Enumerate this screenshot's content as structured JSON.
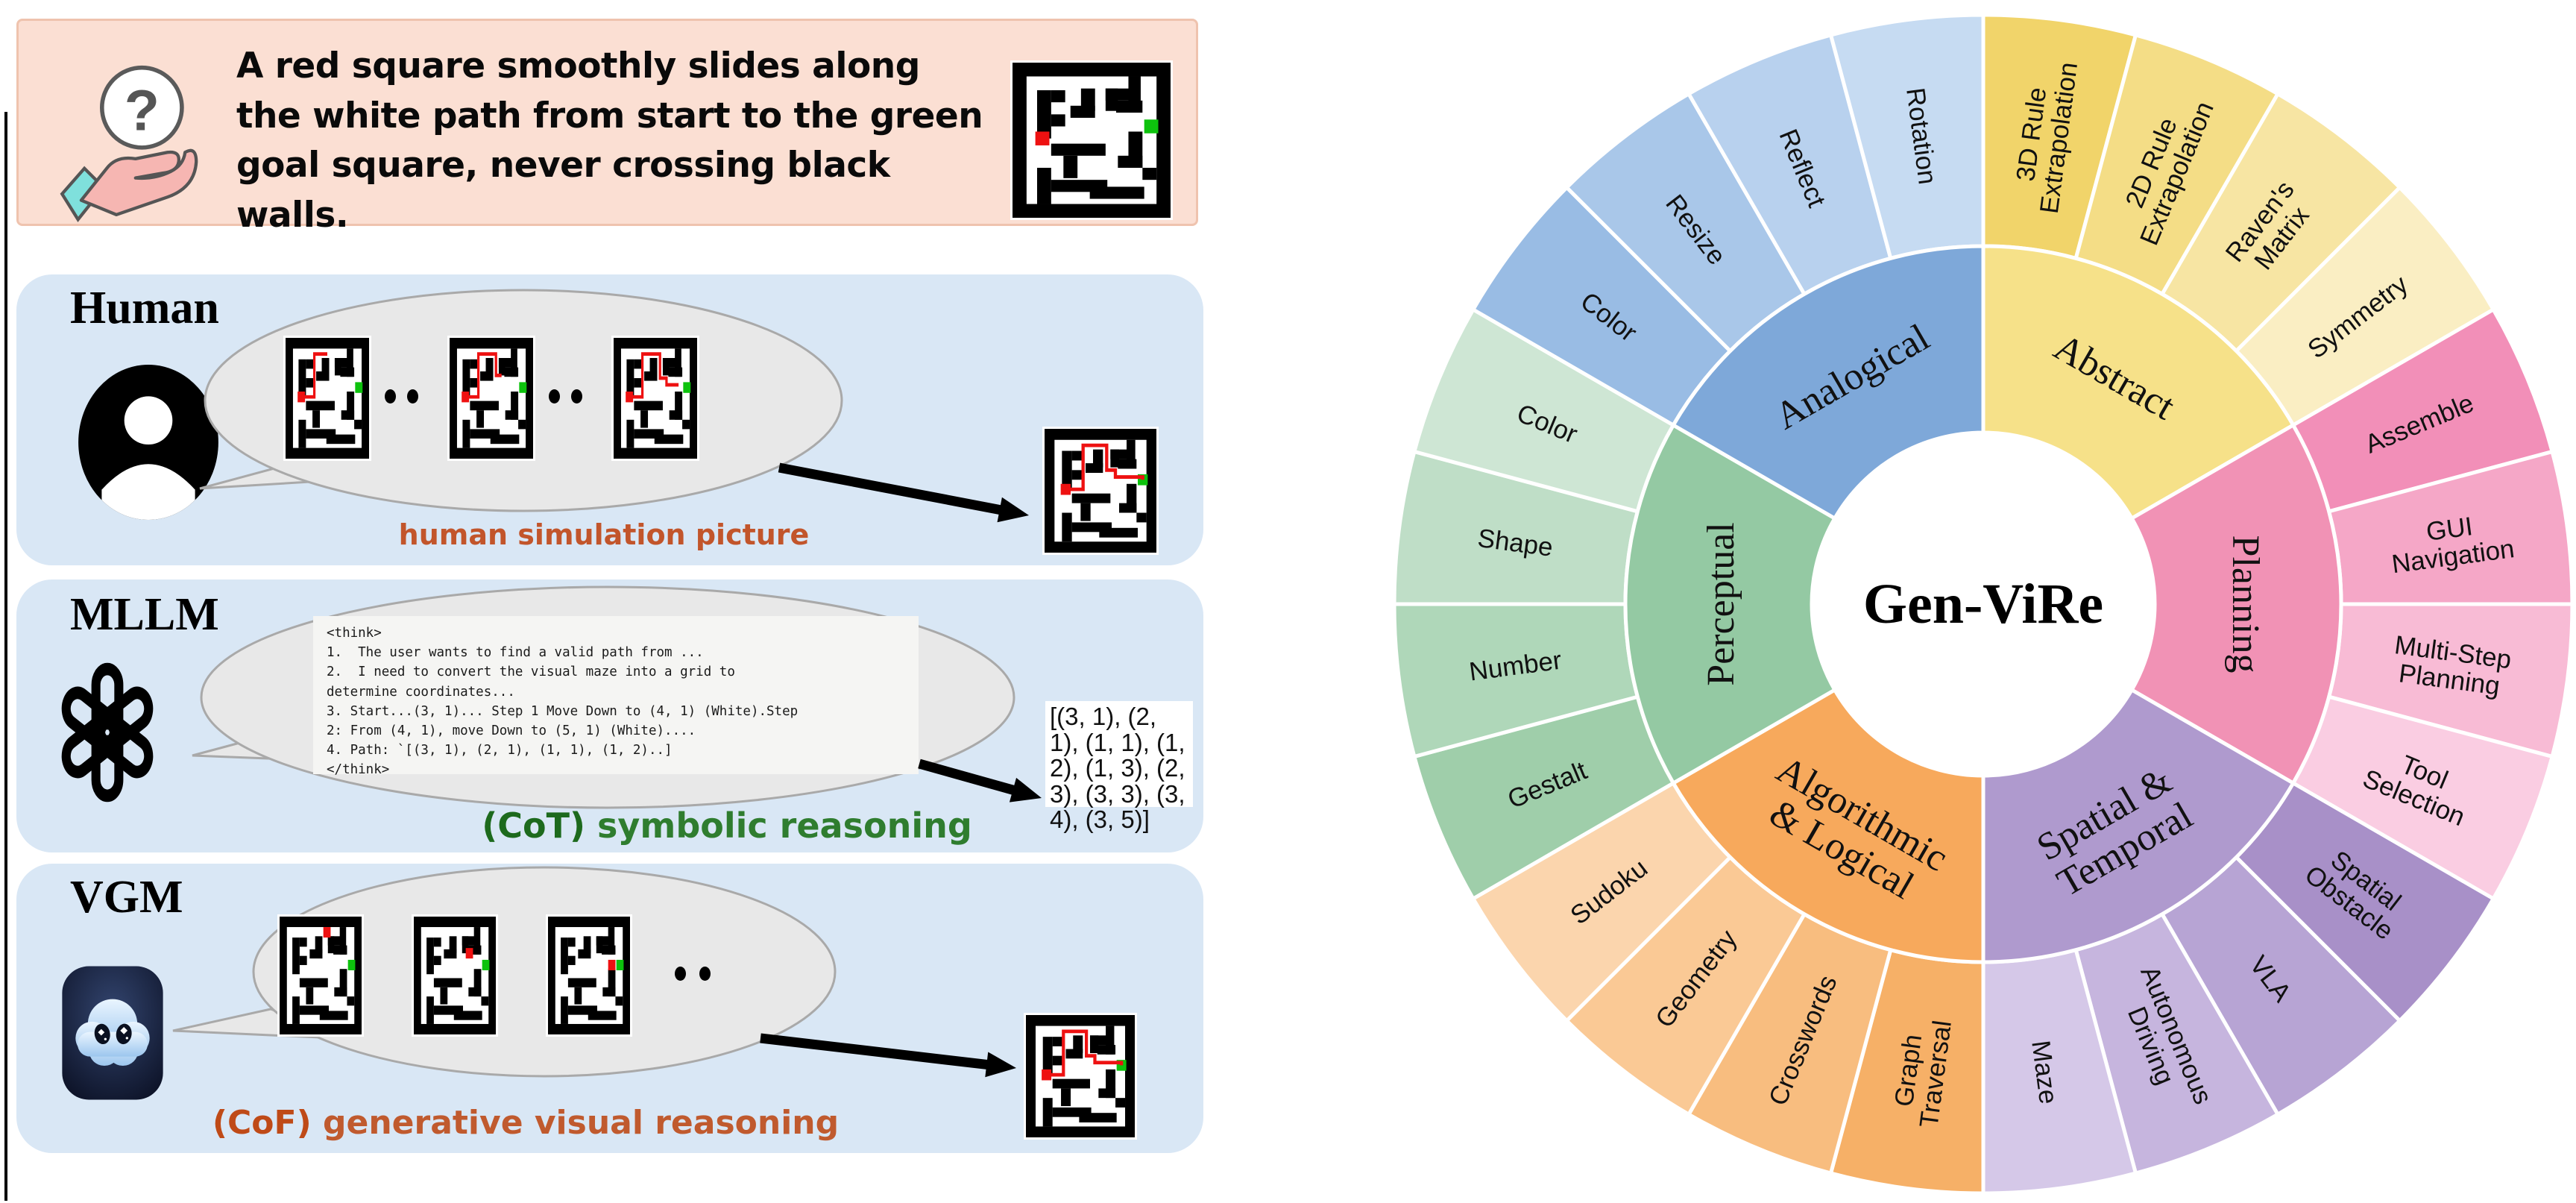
{
  "prompt": {
    "text": "A red square smoothly slides along the white path from start to the green goal square, never crossing black walls."
  },
  "rows": {
    "human": {
      "title": "Human",
      "caption": "human simulation picture"
    },
    "mllm": {
      "title": "MLLM",
      "caption_prefix": "(CoT)",
      "caption": "symbolic reasoning",
      "think_lines": [
        "<think>",
        "1.  The user wants to find a valid path from ...",
        "2.  I need to convert the visual maze into a grid to",
        "determine coordinates...",
        "3. Start...(3, 1)... Step 1 Move Down to (4, 1) (White).Step",
        "2: From (4, 1), move Down to (5, 1) (White)....",
        "4. Path: `[(3, 1), (2, 1), (1, 1), (1, 2)..]",
        "</think>"
      ],
      "output_text": "[(3, 1), (2, 1), (1, 1), (1, 2), (1, 3), (2, 3), (3, 3), (3, 4), (3, 5)]"
    },
    "vgm": {
      "title": "VGM",
      "caption_prefix": "(CoF)",
      "caption": "generative visual reasoning"
    }
  },
  "wheel": {
    "center_label": "Gen-ViRe",
    "sectors": [
      {
        "name": "Abstract",
        "label_lines": [
          "Abstract"
        ],
        "color": "#F6E189",
        "children": [
          {
            "label_lines": [
              "3D Rule",
              "Extrapolation"
            ],
            "color": "#F1D46A"
          },
          {
            "label_lines": [
              "2D Rule",
              "Extrapolation"
            ],
            "color": "#F4DD86"
          },
          {
            "label_lines": [
              "Raven's",
              "Matrix"
            ],
            "color": "#F7E5A3"
          },
          {
            "label_lines": [
              "Symmetry"
            ],
            "color": "#FAEEC3"
          }
        ]
      },
      {
        "name": "Planning",
        "label_lines": [
          "Planning"
        ],
        "color": "#F192B5",
        "children": [
          {
            "label_lines": [
              "Assemble"
            ],
            "color": "#F28FB8"
          },
          {
            "label_lines": [
              "GUI",
              "Navigation"
            ],
            "color": "#F5A7C7"
          },
          {
            "label_lines": [
              "Multi-Step",
              "Planning"
            ],
            "color": "#F8BBD5"
          },
          {
            "label_lines": [
              "Tool",
              "Selection"
            ],
            "color": "#FACDE2"
          }
        ]
      },
      {
        "name": "Spatial & Temporal",
        "label_lines": [
          "Spatial &",
          "Temporal"
        ],
        "color": "#AF9ACE",
        "children": [
          {
            "label_lines": [
              "Spatial",
              "Obstacle"
            ],
            "color": "#A890C8"
          },
          {
            "label_lines": [
              "VLA"
            ],
            "color": "#B7A4D4"
          },
          {
            "label_lines": [
              "Autonomous",
              "Driving"
            ],
            "color": "#C6B5DE"
          },
          {
            "label_lines": [
              "Maze"
            ],
            "color": "#D5C8E8"
          }
        ]
      },
      {
        "name": "Algorithmic & Logical",
        "label_lines": [
          "Algorithmic",
          "& Logical"
        ],
        "color": "#F7A95C",
        "children": [
          {
            "label_lines": [
              "Graph",
              "Traversal"
            ],
            "color": "#F6B067"
          },
          {
            "label_lines": [
              "Crosswords"
            ],
            "color": "#F8BD7F"
          },
          {
            "label_lines": [
              "Geometry"
            ],
            "color": "#FAC995"
          },
          {
            "label_lines": [
              "Sudoku"
            ],
            "color": "#FBD5AD"
          }
        ]
      },
      {
        "name": "Perceptual",
        "label_lines": [
          "Perceptual"
        ],
        "color": "#94C9A3",
        "children": [
          {
            "label_lines": [
              "Gestalt"
            ],
            "color": "#9FCEAA"
          },
          {
            "label_lines": [
              "Number"
            ],
            "color": "#AFD7B9"
          },
          {
            "label_lines": [
              "Shape"
            ],
            "color": "#BFDEC7"
          },
          {
            "label_lines": [
              "Color"
            ],
            "color": "#CEE6D4"
          }
        ]
      },
      {
        "name": "Analogical",
        "label_lines": [
          "Analogical"
        ],
        "color": "#7EA8D9",
        "children": [
          {
            "label_lines": [
              "Color"
            ],
            "color": "#99BCE4"
          },
          {
            "label_lines": [
              "Resize"
            ],
            "color": "#A9C7E9"
          },
          {
            "label_lines": [
              "Reflect"
            ],
            "color": "#B8D1EE"
          },
          {
            "label_lines": [
              "Rotation"
            ],
            "color": "#C6DBF2"
          }
        ]
      }
    ]
  },
  "colors": {
    "prompt_bg": "#FBDFD3",
    "prompt_border": "#EFC3AE",
    "row_bg": "#D9E7F5",
    "bubble_fill": "#E8E8E8",
    "bubble_stroke": "#A9A9A9",
    "maze_wall": "#000000",
    "maze_red": "#EE1111",
    "maze_green": "#0DC20D",
    "human_caption": "#C2552B",
    "cot_green": "#2F7D2F",
    "cof_orange": "#C05A2E"
  }
}
